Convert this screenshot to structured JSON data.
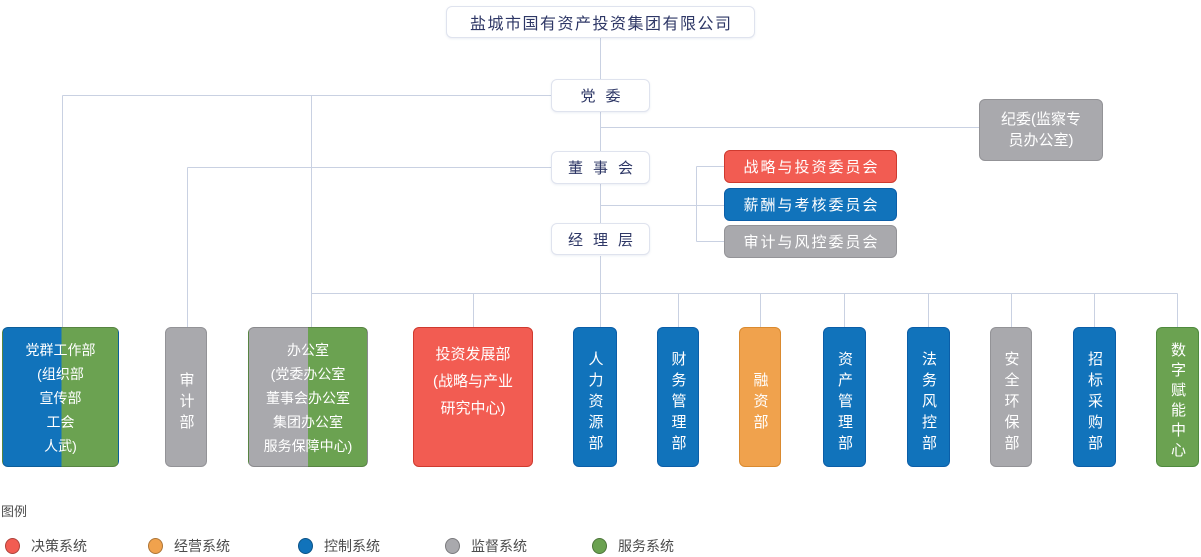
{
  "company": {
    "name": "盐城市国有资产投资集团有限公司"
  },
  "governance": [
    {
      "label": "党委"
    },
    {
      "label": "董事会"
    },
    {
      "label": "经理层"
    }
  ],
  "discipline_office": {
    "label": "纪委(监察专\n员办公室)",
    "system": "监督系统"
  },
  "board_committees": [
    {
      "label": "战略与投资委员会",
      "system": "决策系统"
    },
    {
      "label": "薪酬与考核委员会",
      "system": "控制系统"
    },
    {
      "label": "审计与风控委员会",
      "system": "监督系统"
    }
  ],
  "departments": [
    {
      "label": "党群工作部\n(组织部\n宣传部\n工会\n人武)",
      "system": "控制系统+服务系统"
    },
    {
      "label": "审计部",
      "system": "监督系统"
    },
    {
      "label": "办公室\n(党委办公室\n董事会办公室\n集团办公室\n服务保障中心)",
      "system": "监督系统+服务系统"
    },
    {
      "label": "投资发展部\n(战略与产业\n研究中心)",
      "system": "决策系统"
    },
    {
      "label": "人力资源部",
      "system": "控制系统"
    },
    {
      "label": "财务管理部",
      "system": "控制系统"
    },
    {
      "label": "融资部",
      "system": "经营系统"
    },
    {
      "label": "资产管理部",
      "system": "控制系统"
    },
    {
      "label": "法务风控部",
      "system": "控制系统"
    },
    {
      "label": "安全环保部",
      "system": "监督系统"
    },
    {
      "label": "招标采购部",
      "system": "控制系统"
    },
    {
      "label": "数字赋能中心",
      "system": "服务系统"
    }
  ],
  "legend": {
    "title": "图例",
    "items": [
      {
        "label": "决策系统",
        "color": "#f25c52"
      },
      {
        "label": "经营系统",
        "color": "#f0a24d"
      },
      {
        "label": "控制系统",
        "color": "#1173bb"
      },
      {
        "label": "监督系统",
        "color": "#a9a9ad"
      },
      {
        "label": "服务系统",
        "color": "#6ba251"
      }
    ]
  },
  "palette": {
    "decision": "#f25c52",
    "operating": "#f0a24d",
    "control": "#1173bb",
    "supervision": "#a9a9ad",
    "service": "#6ba251",
    "connector_line": "#c9d1e2",
    "node_text": "#2e3766"
  }
}
